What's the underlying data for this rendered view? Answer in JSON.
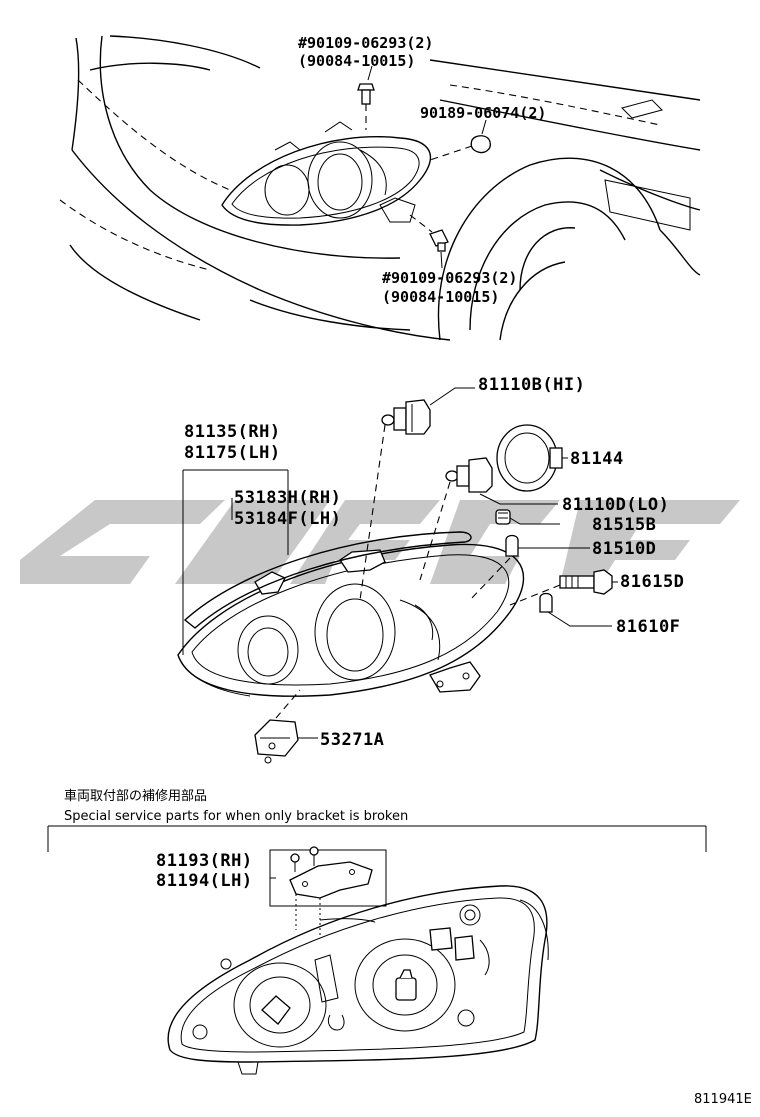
{
  "callouts": {
    "bolt_upper_1": "#90109-06293(2)",
    "bolt_upper_2": "(90084-10015)",
    "clip": "90189-06074(2)",
    "bolt_lower_1": "#90109-06293(2)",
    "bolt_lower_2": "(90084-10015)",
    "bulb_hi": "81110B(HI)",
    "housing_rh": "81135(RH)",
    "housing_lh": "81175(LH)",
    "ring": "81144",
    "molding_rh": "53183H(RH)",
    "molding_lh": "53184F(LH)",
    "bulb_lo": "81110D(LO)",
    "socket_b": "81515B",
    "bulb_d": "81510D",
    "socket_d": "81615D",
    "bulb_f": "81610F",
    "bracket": "53271A",
    "bracket_rh": "81193(RH)",
    "bracket_lh": "81194(LH)"
  },
  "notes": {
    "japanese": "車両取付部の補修用部品",
    "english": "Special service parts for when only bracket is broken"
  },
  "diagram_code": "811941E",
  "colors": {
    "line": "#000000",
    "watermark": "#b5b5b5",
    "background": "#ffffff"
  }
}
